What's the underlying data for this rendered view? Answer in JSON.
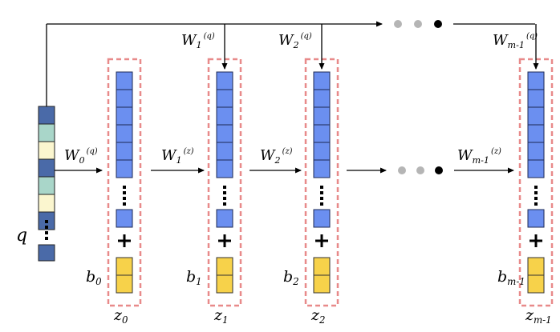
{
  "colors": {
    "blue_cell": "#6b8ff0",
    "dark_cell": "#4a6aa8",
    "teal_cell": "#a9d6c9",
    "cream_cell": "#fbf6cf",
    "yellow_cell": "#f7d24a",
    "dashed_border": "#e88a8a",
    "gray_dot": "#b5b5b5",
    "black_dot": "#000000"
  },
  "input": {
    "label": "q",
    "cells": [
      "dark",
      "teal",
      "cream",
      "dark",
      "teal",
      "cream",
      "dark"
    ]
  },
  "layers": [
    {
      "z_base": "z",
      "z_sub": "0",
      "b_base": "b",
      "b_sub": "0",
      "wq_sub": "0",
      "wz_sub": ""
    },
    {
      "z_base": "z",
      "z_sub": "1",
      "b_base": "b",
      "b_sub": "1",
      "wq_sub": "1",
      "wz_sub": "1"
    },
    {
      "z_base": "z",
      "z_sub": "2",
      "b_base": "b",
      "b_sub": "2",
      "wq_sub": "2",
      "wz_sub": "2"
    },
    {
      "z_base": "z",
      "z_sub": "m-1",
      "b_base": "b",
      "b_sub": "m-1",
      "wq_sub": "m-1",
      "wz_sub": "m-1"
    }
  ],
  "weights": {
    "base": "W",
    "q_sup": "(q)",
    "z_sup": "(z)"
  },
  "symbols": {
    "plus": "+",
    "vdots": "⋮"
  }
}
